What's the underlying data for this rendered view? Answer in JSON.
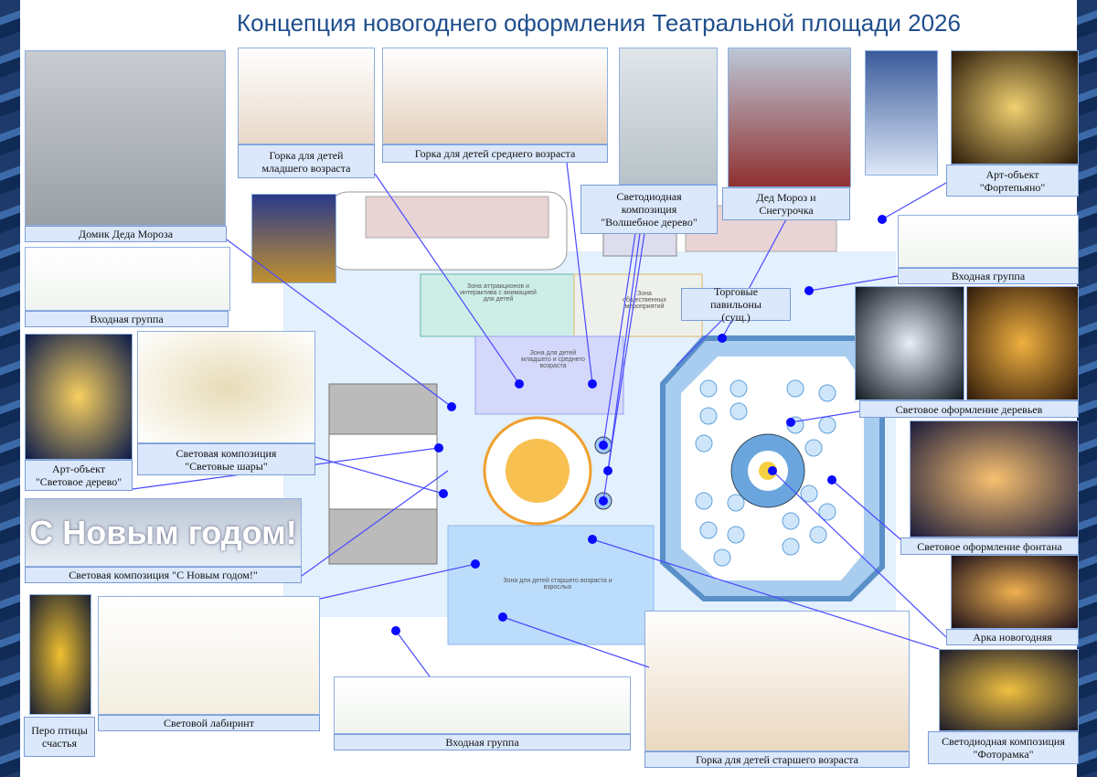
{
  "title": "Концепция новогоднего оформления Театральной площади 2026",
  "labels": {
    "house": "Домик Деда Мороза",
    "slide_young": "Горка для детей младшего возраста",
    "slide_mid": "Горка для детей среднего возраста",
    "magic_tree": "Светодиодная композиция \"Волшебное дерево\"",
    "santa": "Дед Мороз и Снегурочка",
    "piano": "Арт-объект \"Фортепьяно\"",
    "entry_right": "Входная группа",
    "entry_left": "Входная группа",
    "pavilions": "Торговые павильоны (сущ.)",
    "trees_light": "Световое оформление деревьев",
    "light_tree": "Арт-объект \"Световое дерево\"",
    "balls": "Световая композиция \"Световые шары\"",
    "new_year": "Световая композиция \"С Новым годом!\"",
    "fountain": "Световое оформление фонтана",
    "arch": "Арка новогодняя",
    "feather": "Перо птицы счастья",
    "labyrinth": "Световой лабиринт",
    "entry_bottom": "Входная группа",
    "slide_old": "Горка для детей старшего возраста",
    "photoframe": "Светодиодная композиция \"Фоторамка\""
  },
  "zones": {
    "attractions": "Зона аттракционов и интерактива с анимацией для детей",
    "events": "Зона общественных мероприятий",
    "young": "Зона для детей младшего и среднего возраста",
    "older": "Зона для детей старшего возраста и взрослых"
  },
  "banner_text": "С Новым годом!",
  "colors": {
    "title": "#1f4e8c",
    "label_bg": "#dbe8fb",
    "leader": "#4a4aff",
    "marker": "#0a0aff"
  }
}
